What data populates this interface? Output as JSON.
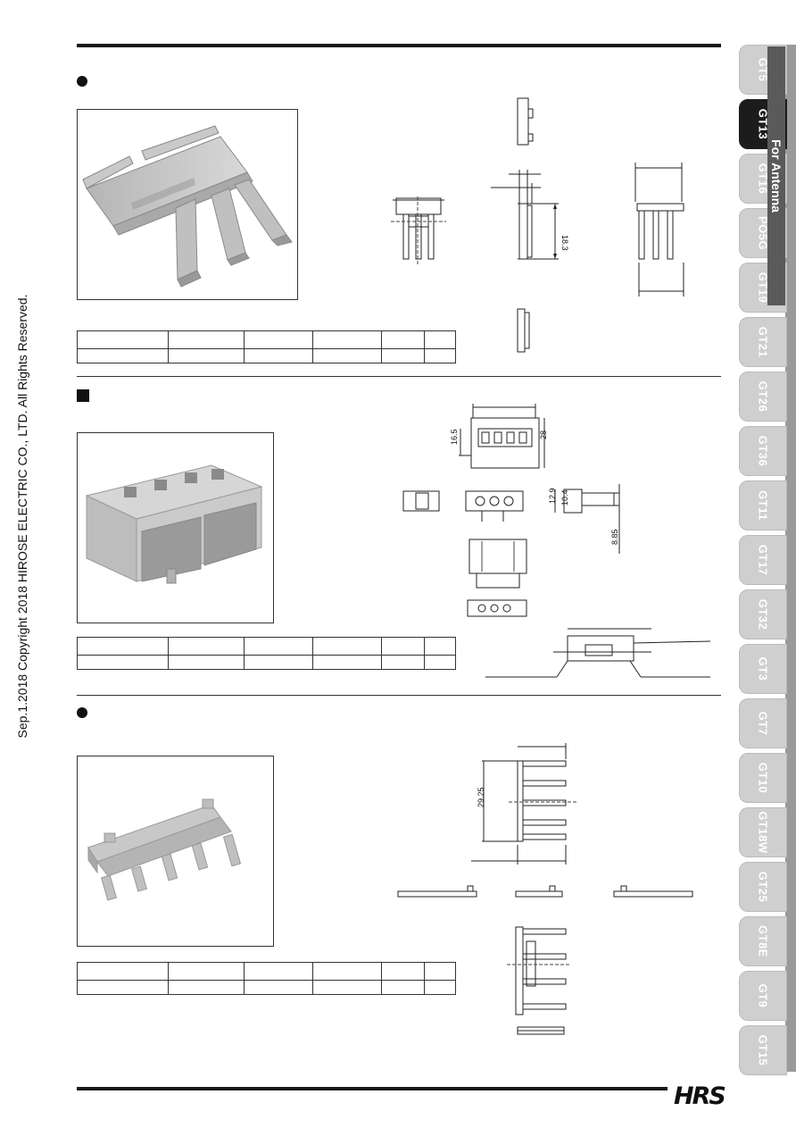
{
  "copyright": "Sep.1.2018  Copyright 2018 HIROSE ELECTRIC CO., LTD. All Rights Reserved.",
  "logo": "HRS",
  "side_label": "For Antenna",
  "tabs": [
    {
      "label": "GT5",
      "active": false
    },
    {
      "label": "GT13",
      "active": true
    },
    {
      "label": "GT16",
      "active": false
    },
    {
      "label": "PO5G",
      "active": false
    },
    {
      "label": "GT19",
      "active": false
    },
    {
      "label": "GT21",
      "active": false
    },
    {
      "label": "GT26",
      "active": false
    },
    {
      "label": "GT36",
      "active": false
    },
    {
      "label": "GT11",
      "active": false
    },
    {
      "label": "GT17",
      "active": false
    },
    {
      "label": "GT32",
      "active": false
    },
    {
      "label": "GT3",
      "active": false
    },
    {
      "label": "GT7",
      "active": false
    },
    {
      "label": "GT10",
      "active": false
    },
    {
      "label": "GT18W",
      "active": false
    },
    {
      "label": "GT25",
      "active": false
    },
    {
      "label": "GT8E",
      "active": false
    },
    {
      "label": "GT9",
      "active": false
    },
    {
      "label": "GT15",
      "active": false
    }
  ],
  "dimensions": {
    "sec1_height": "18.3",
    "sec2_width": "16.5",
    "sec2_height": "28",
    "sec2_side_a": "12.9",
    "sec2_side_b": "10.4",
    "sec2_side_c": "8.85",
    "sec3_height": "29.25"
  }
}
